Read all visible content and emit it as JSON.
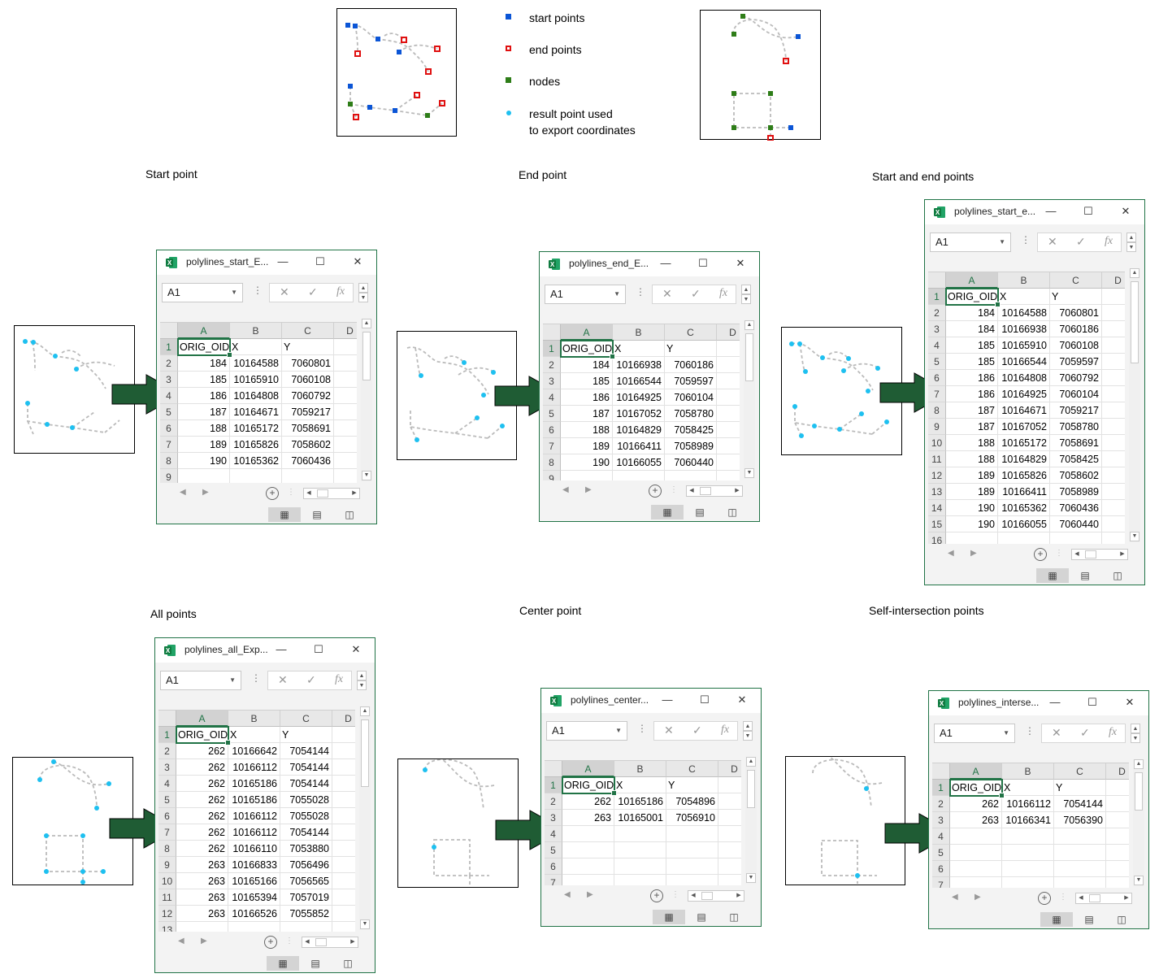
{
  "legend": {
    "start_label": "start points",
    "end_label": "end points",
    "nodes_label": "nodes",
    "result_label_1": "result point used",
    "result_label_2": "to export coordinates",
    "colors": {
      "start": "#0b55d6",
      "end": "#e01010",
      "node": "#2e7d18",
      "result": "#1ec0f0",
      "arrow": "#1f5c34"
    }
  },
  "sections": {
    "start": "Start point",
    "end": "End point",
    "start_end": "Start and end points",
    "all": "All points",
    "center": "Center point",
    "self": "Self-intersection points"
  },
  "excel_common": {
    "namebox": "A1",
    "col_a": "A",
    "col_b": "B",
    "col_c": "C",
    "col_d": "D",
    "hdr_oid": "ORIG_OID",
    "hdr_x": "X",
    "hdr_y": "Y",
    "fx": "fx",
    "cancel": "✕",
    "ok": "✓"
  },
  "windows": {
    "start": {
      "title": "polylines_start_E...",
      "rows": [
        [
          "184",
          "10164588",
          "7060801"
        ],
        [
          "185",
          "10165910",
          "7060108"
        ],
        [
          "186",
          "10164808",
          "7060792"
        ],
        [
          "187",
          "10164671",
          "7059217"
        ],
        [
          "188",
          "10165172",
          "7058691"
        ],
        [
          "189",
          "10165826",
          "7058602"
        ],
        [
          "190",
          "10165362",
          "7060436"
        ]
      ]
    },
    "end": {
      "title": "polylines_end_E...",
      "rows": [
        [
          "184",
          "10166938",
          "7060186"
        ],
        [
          "185",
          "10166544",
          "7059597"
        ],
        [
          "186",
          "10164925",
          "7060104"
        ],
        [
          "187",
          "10167052",
          "7058780"
        ],
        [
          "188",
          "10164829",
          "7058425"
        ],
        [
          "189",
          "10166411",
          "7058989"
        ],
        [
          "190",
          "10166055",
          "7060440"
        ]
      ]
    },
    "start_end": {
      "title": "polylines_start_e...",
      "rows": [
        [
          "184",
          "10164588",
          "7060801"
        ],
        [
          "184",
          "10166938",
          "7060186"
        ],
        [
          "185",
          "10165910",
          "7060108"
        ],
        [
          "185",
          "10166544",
          "7059597"
        ],
        [
          "186",
          "10164808",
          "7060792"
        ],
        [
          "186",
          "10164925",
          "7060104"
        ],
        [
          "187",
          "10164671",
          "7059217"
        ],
        [
          "187",
          "10167052",
          "7058780"
        ],
        [
          "188",
          "10165172",
          "7058691"
        ],
        [
          "188",
          "10164829",
          "7058425"
        ],
        [
          "189",
          "10165826",
          "7058602"
        ],
        [
          "189",
          "10166411",
          "7058989"
        ],
        [
          "190",
          "10165362",
          "7060436"
        ],
        [
          "190",
          "10166055",
          "7060440"
        ]
      ]
    },
    "all": {
      "title": "polylines_all_Exp...",
      "rows": [
        [
          "262",
          "10166642",
          "7054144"
        ],
        [
          "262",
          "10166112",
          "7054144"
        ],
        [
          "262",
          "10165186",
          "7054144"
        ],
        [
          "262",
          "10165186",
          "7055028"
        ],
        [
          "262",
          "10166112",
          "7055028"
        ],
        [
          "262",
          "10166112",
          "7054144"
        ],
        [
          "262",
          "10166110",
          "7053880"
        ],
        [
          "263",
          "10166833",
          "7056496"
        ],
        [
          "263",
          "10165166",
          "7056565"
        ],
        [
          "263",
          "10165394",
          "7057019"
        ],
        [
          "263",
          "10166526",
          "7055852"
        ]
      ]
    },
    "center": {
      "title": "polylines_center...",
      "rows": [
        [
          "262",
          "10165186",
          "7054896"
        ],
        [
          "263",
          "10165001",
          "7056910"
        ]
      ]
    },
    "self": {
      "title": "polylines_interse...",
      "rows": [
        [
          "262",
          "10166112",
          "7054144"
        ],
        [
          "263",
          "10166341",
          "7056390"
        ]
      ]
    }
  }
}
